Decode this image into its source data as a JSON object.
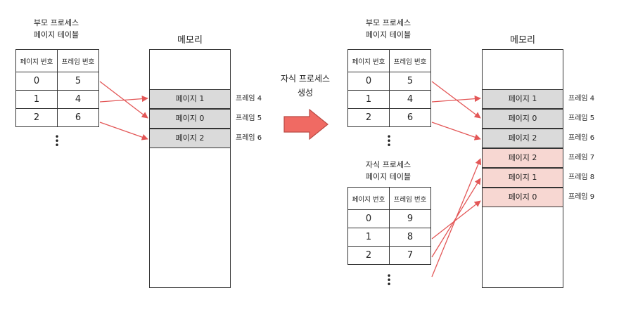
{
  "left": {
    "table_caption": [
      "부모 프로세스",
      "페이지 테이블"
    ],
    "headers": [
      "페이지 번호",
      "프레임 번호"
    ],
    "rows": [
      [
        "0",
        "5"
      ],
      [
        "1",
        "4"
      ],
      [
        "2",
        "6"
      ]
    ],
    "memory_title": "메모리",
    "memory_slots": [
      {
        "label": "페이지 1",
        "frame": "프레임 4"
      },
      {
        "label": "페이지 0",
        "frame": "프레임 5"
      },
      {
        "label": "페이지 2",
        "frame": "프레임 6"
      }
    ]
  },
  "arrow_caption": [
    "자식 프로세스",
    "생성"
  ],
  "right": {
    "parent_caption": [
      "부모 프로세스",
      "페이지 테이블"
    ],
    "parent_headers": [
      "페이지 번호",
      "프레임 번호"
    ],
    "parent_rows": [
      [
        "0",
        "5"
      ],
      [
        "1",
        "4"
      ],
      [
        "2",
        "6"
      ]
    ],
    "child_caption": [
      "자식 프로세스",
      "페이지 테이블"
    ],
    "child_headers": [
      "페이지 번호",
      "프레임 번호"
    ],
    "child_rows": [
      [
        "0",
        "9"
      ],
      [
        "1",
        "8"
      ],
      [
        "2",
        "7"
      ]
    ],
    "memory_title": "메모리",
    "memory_slots": [
      {
        "label": "페이지 1",
        "frame": "프레임 4",
        "shade": "gray"
      },
      {
        "label": "페이지 0",
        "frame": "프레임 5",
        "shade": "gray"
      },
      {
        "label": "페이지 2",
        "frame": "프레임 6",
        "shade": "gray"
      },
      {
        "label": "페이지 2",
        "frame": "프레임 7",
        "shade": "pink"
      },
      {
        "label": "페이지 1",
        "frame": "프레임 8",
        "shade": "pink"
      },
      {
        "label": "페이지 0",
        "frame": "프레임 9",
        "shade": "pink"
      }
    ]
  },
  "colors": {
    "arrow": "#e35757",
    "big_arrow": "#f06a63",
    "gray_slot": "#dadada",
    "pink_slot": "#f7d7d2"
  }
}
